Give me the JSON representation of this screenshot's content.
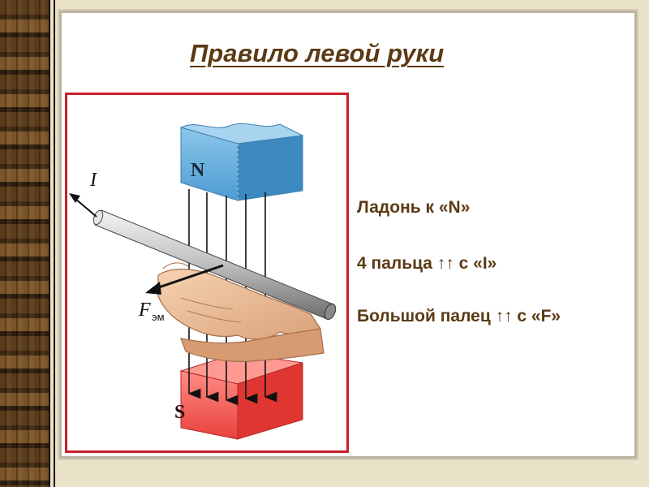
{
  "title": "Правило левой руки",
  "figure": {
    "north_label": "N",
    "south_label": "S",
    "current_label": "I",
    "force_label": "F",
    "force_subscript": "эм",
    "colors": {
      "north": "#5aa7d8",
      "south": "#ef4b47",
      "frame": "#c8202a"
    }
  },
  "rules": [
    "Ладонь к «N»",
    "4 пальца ↑↑ с «I»",
    "Большой палец ↑↑ с «F»"
  ]
}
